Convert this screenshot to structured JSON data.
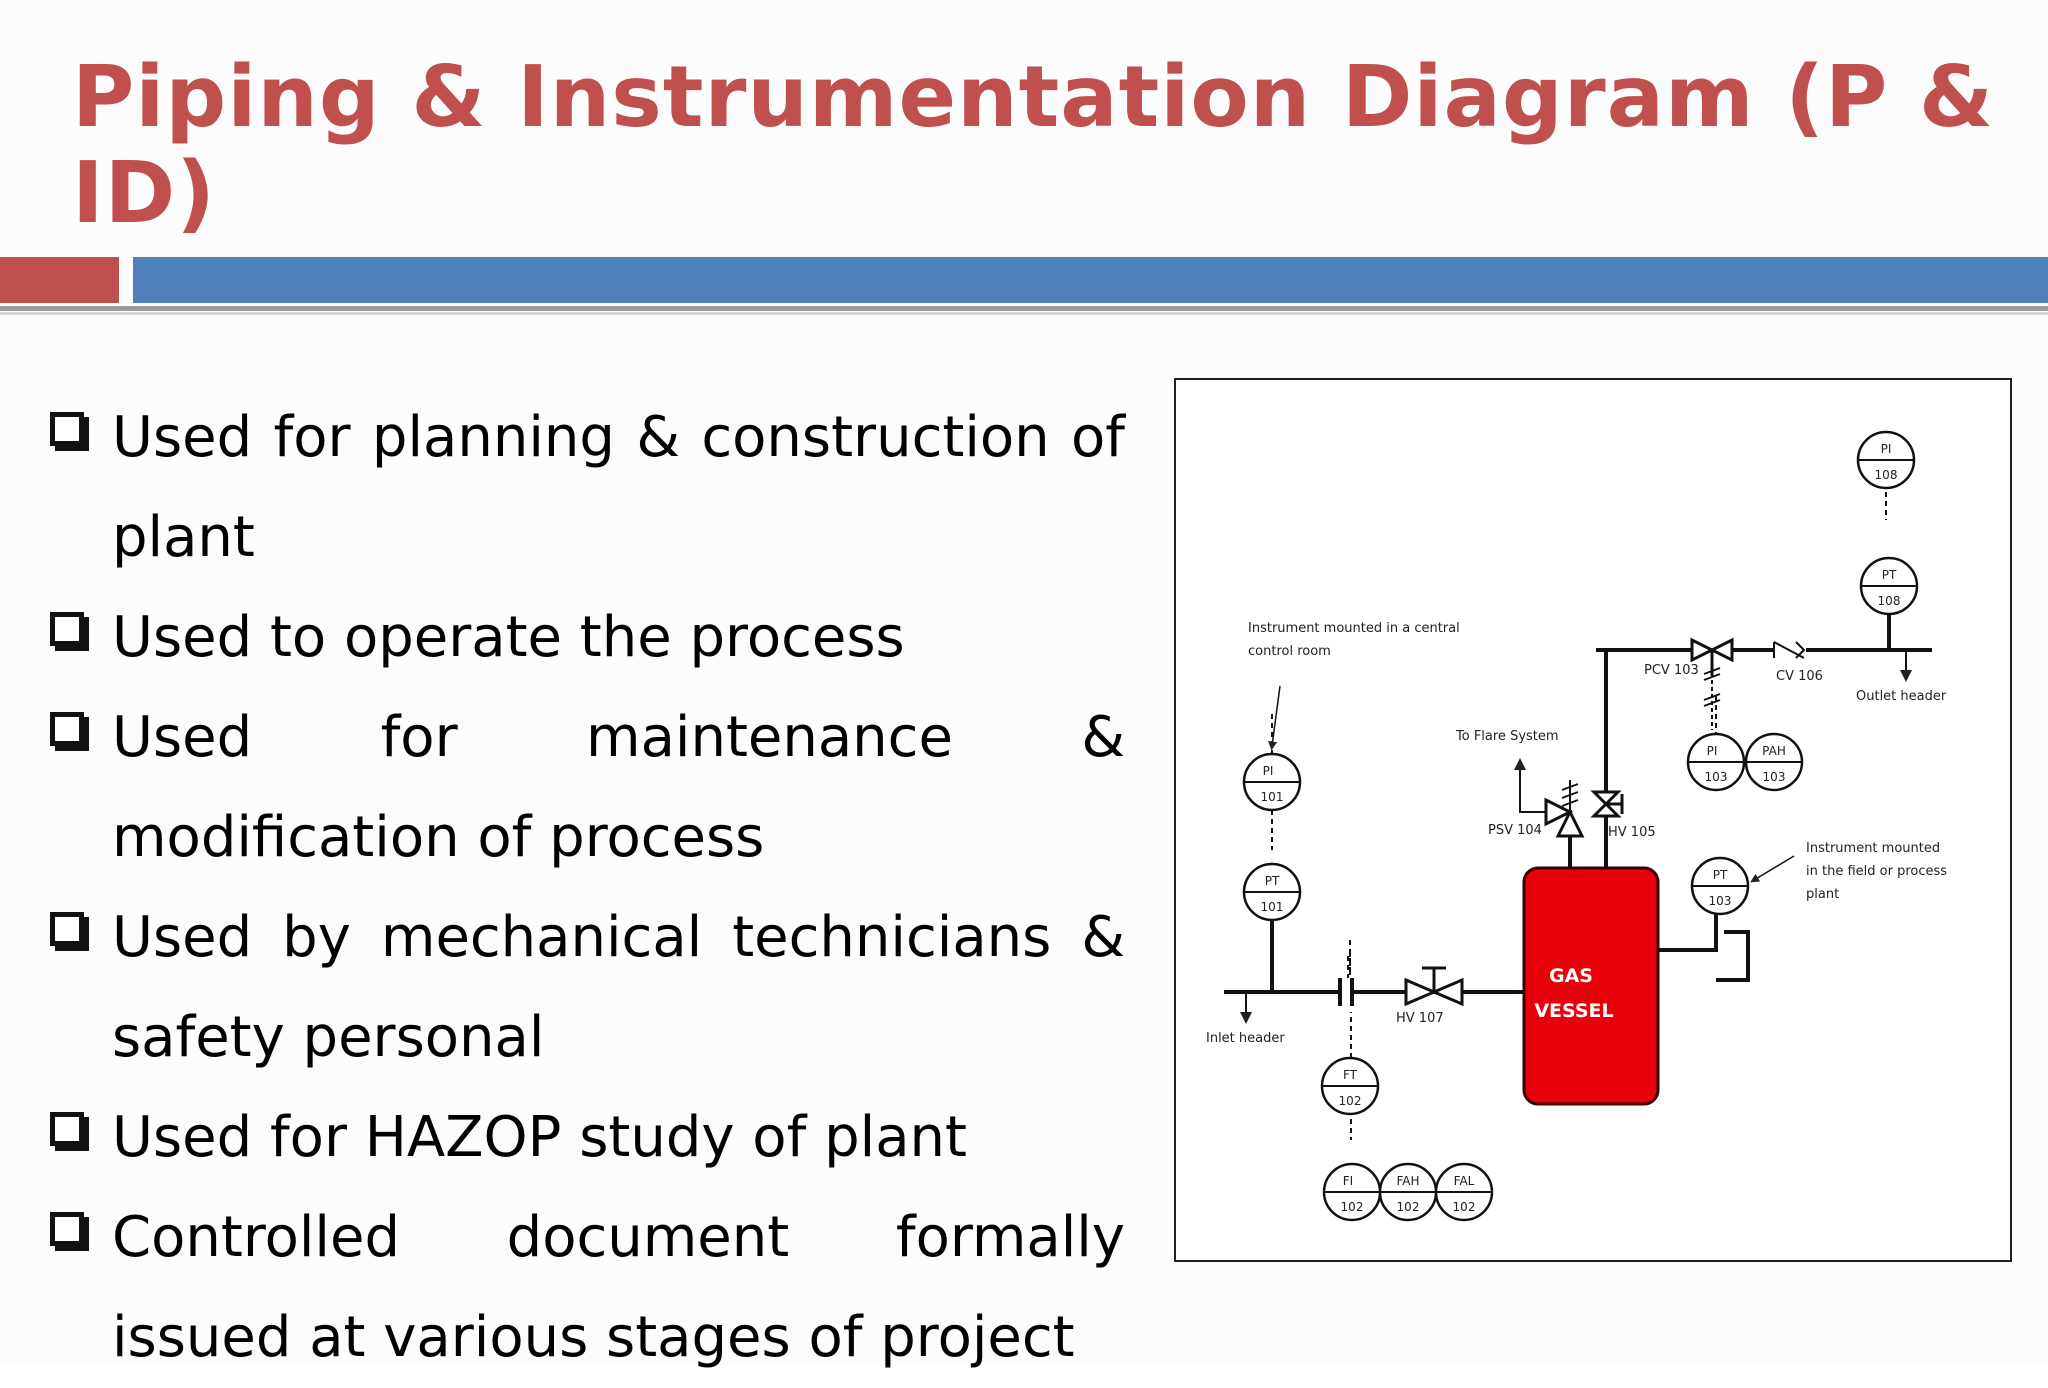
{
  "slide": {
    "title": "Piping & Instrumentation Diagram (P & ID)",
    "bullets": [
      "Used for planning & construction of plant",
      "Used to operate the process",
      "Used for maintenance & modification of process",
      "Used by mechanical technicians & safety personal",
      "Used for HAZOP study of plant",
      "Controlled document formally issued at various stages of project"
    ]
  },
  "diagram": {
    "vessel_line1": "GAS",
    "vessel_line2": "VESSEL",
    "instruments": {
      "pi108": [
        "PI",
        "108"
      ],
      "pt108": [
        "PT",
        "108"
      ],
      "pi101": [
        "PI",
        "101"
      ],
      "pt101": [
        "PT",
        "101"
      ],
      "pi103": [
        "PI",
        "103"
      ],
      "pah103": [
        "PAH",
        "103"
      ],
      "pt103": [
        "PT",
        "103"
      ],
      "ft102": [
        "FT",
        "102"
      ],
      "fi102": [
        "FI",
        "102"
      ],
      "fah102": [
        "FAH",
        "102"
      ],
      "fal102": [
        "FAL",
        "102"
      ]
    },
    "labels": {
      "central_room_1": "Instrument mounted in a central",
      "central_room_2": "control room",
      "field_1": "Instrument mounted",
      "field_2": "in the field or process",
      "field_3": "plant",
      "flare": "To Flare System",
      "pcv103": "PCV 103",
      "cv106": "CV 106",
      "outlet": "Outlet header",
      "psv104": "PSV 104",
      "hv105": "HV 105",
      "hv107": "HV 107",
      "inlet": "Inlet header"
    },
    "colors": {
      "vessel": "#e8000b",
      "vessel_text": "#ffffff",
      "title": "#c0504d",
      "accent_blue": "#4f81bd"
    }
  }
}
